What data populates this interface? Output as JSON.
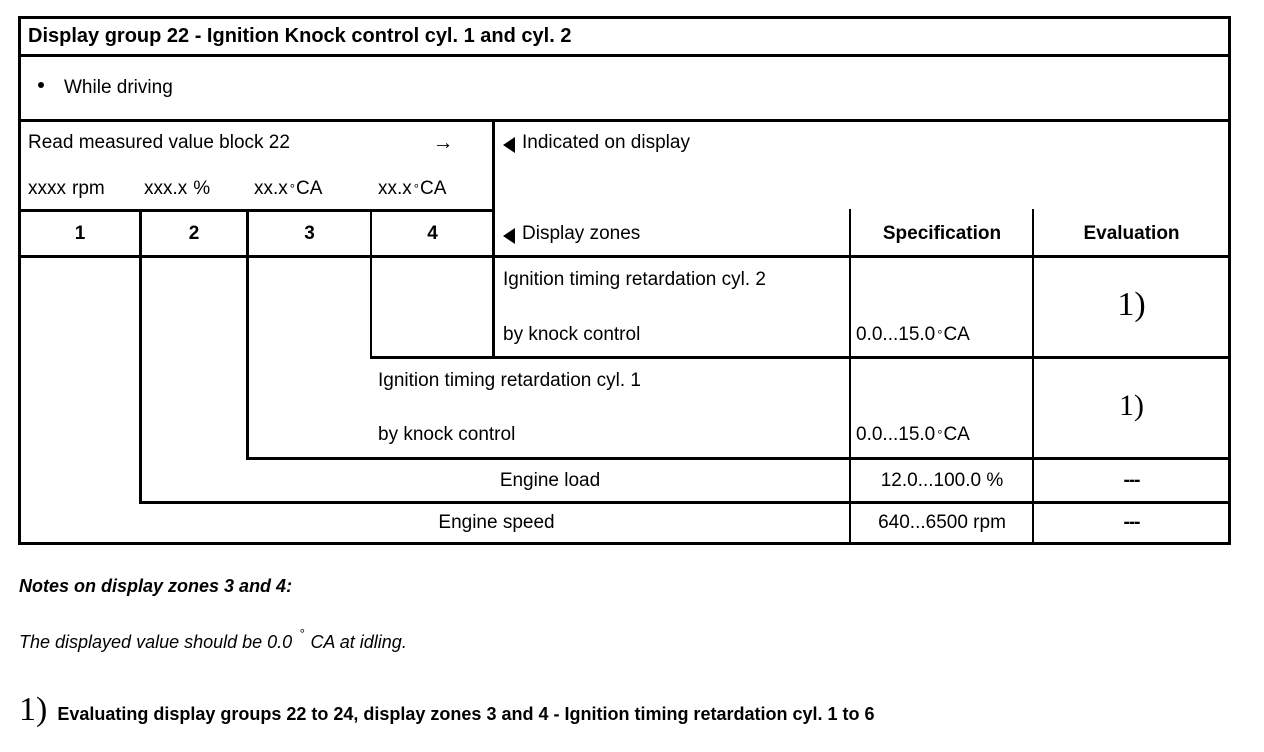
{
  "document": {
    "title": "Display group 22 - Ignition Knock control cyl. 1 and cyl. 2",
    "condition": "While driving"
  },
  "icons": {
    "bullet": "bullet-dot",
    "arrow_right": "→",
    "triangle_left": "triangle-left-icon"
  },
  "procedure": {
    "instruction": "Read measured value block 22",
    "arrow": "→",
    "indicated_on_display": "Indicated on display",
    "units": [
      "xxxx rpm",
      "xxx.x %",
      "xx.x ° CA",
      "xx.x ° CA"
    ],
    "unit_parts": [
      {
        "value": "xxxx",
        "unit": "rpm"
      },
      {
        "value": "xxx.x",
        "unit": "%"
      },
      {
        "value": "xx.x",
        "unit": "CA",
        "degree": "°"
      },
      {
        "value": "xx.x",
        "unit": "CA",
        "degree": "°"
      }
    ]
  },
  "table": {
    "zone_numbers": [
      "1",
      "2",
      "3",
      "4"
    ],
    "headers": {
      "display_zones": "Display zones",
      "specification": "Specification",
      "evaluation": "Evaluation"
    },
    "rows": [
      {
        "zone": "4",
        "label_line1": "Ignition timing retardation cyl. 2",
        "label_line2": "by knock control",
        "spec_value": "0.0...15.0",
        "spec_degree": "°",
        "spec_unit": "CA",
        "evaluation": "1)"
      },
      {
        "zone": "3",
        "label_line1": "Ignition timing retardation cyl. 1",
        "label_line2": "by knock control",
        "spec_value": "0.0...15.0",
        "spec_degree": "°",
        "spec_unit": "CA",
        "evaluation": "1)"
      },
      {
        "zone": "2",
        "label_line1": "Engine load",
        "label_line2": "",
        "spec_value": "12.0...100.0 %",
        "spec_degree": "",
        "spec_unit": "",
        "evaluation": "---"
      },
      {
        "zone": "1",
        "label_line1": "Engine speed",
        "label_line2": "",
        "spec_value": "640...6500 rpm",
        "spec_degree": "",
        "spec_unit": "",
        "evaluation": "---"
      }
    ]
  },
  "notes": {
    "heading": "Notes on display zones 3 and 4:",
    "body_prefix": "The displayed value should be 0.0",
    "body_degree": "°",
    "body_suffix": "CA at idling."
  },
  "footnote": {
    "marker": "1)",
    "text": "Evaluating display groups 22 to 24, display zones 3 and 4 - Ignition timing retardation cyl. 1 to 6"
  }
}
